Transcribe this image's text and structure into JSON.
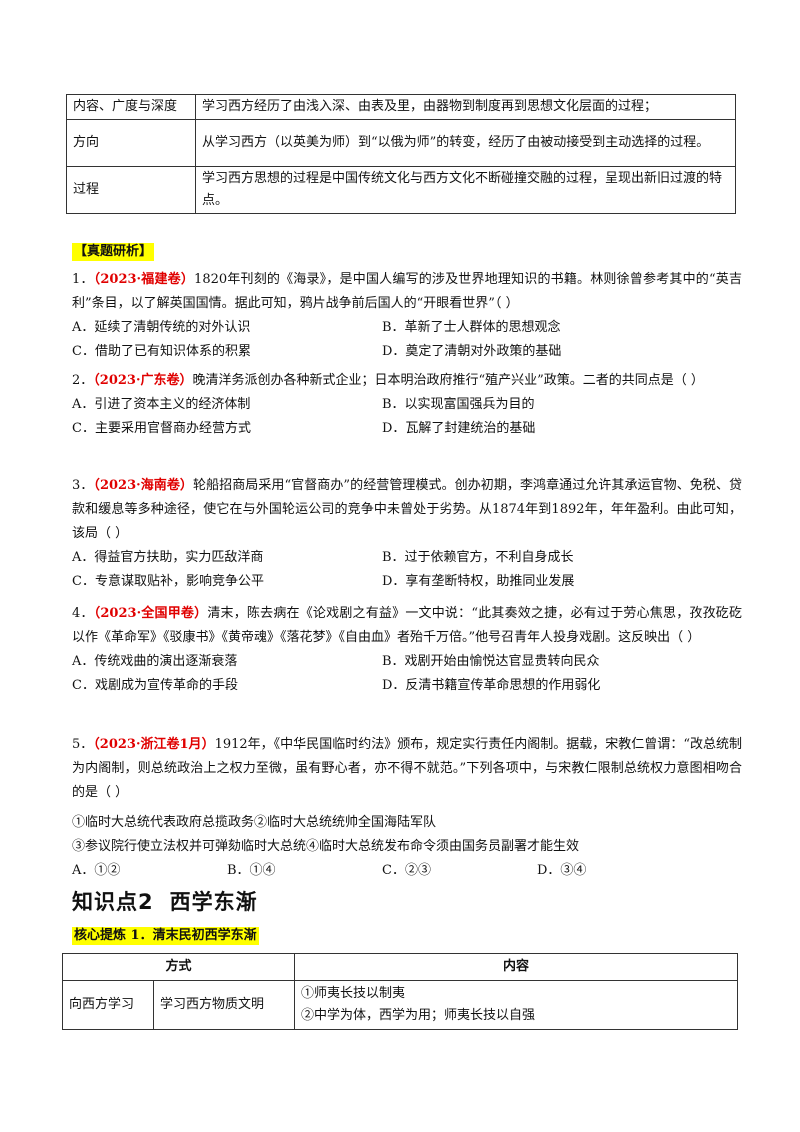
{
  "top_table": {
    "rows": [
      {
        "key": "内容、广度与深度",
        "value": "学习西方经历了由浅入深、由表及里，由器物到制度再到思想文化层面的过程；"
      },
      {
        "key": "方向",
        "value": "从学习西方（以英美为师）到“以俄为师”的转变，经历了由被动接受到主动选择的过程。"
      },
      {
        "key": "过程",
        "value": "学习西方思想的过程是中国传统文化与西方文化不断碰撞交融的过程，呈现出新旧过渡的特点。"
      }
    ]
  },
  "section_tag": "【真题研析】",
  "questions": [
    {
      "num": "1．",
      "source": "（2023·福建卷）",
      "text": "1820年刊刻的《海录》，是中国人编写的涉及世界地理知识的书籍。林则徐曾参考其中的“英吉利”条目，以了解英国国情。据此可知，鸦片战争前后国人的“开眼看世界”（ ）",
      "options": [
        "A．延续了清朝传统的对外认识",
        "B．革新了士人群体的思想观念",
        "C．借助了已有知识体系的积累",
        "D．奠定了清朝对外政策的基础"
      ]
    },
    {
      "num": "2．",
      "source": "（2023·广东卷）",
      "text": "晚清洋务派创办各种新式企业；日本明治政府推行“殖产兴业”政策。二者的共同点是（ ）",
      "options": [
        "A．引进了资本主义的经济体制",
        "B．以实现富国强兵为目的",
        "C．主要采用官督商办经营方式",
        "D．瓦解了封建统治的基础"
      ]
    },
    {
      "num": "3．",
      "source": "（2023·海南卷）",
      "text": "轮船招商局采用“官督商办”的经营管理模式。创办初期，李鸿章通过允许其承运官物、免税、贷款和缓息等多种途径，使它在与外国轮运公司的竞争中未曾处于劣势。从1874年到1892年，年年盈利。由此可知，该局（ ）",
      "options": [
        "A．得益官方扶助，实力匹敌洋商",
        "B．过于依赖官方，不利自身成长",
        "C．专意谋取贴补，影响竞争公平",
        "D．享有垄断特权，助推同业发展"
      ]
    },
    {
      "num": "4．",
      "source": "（2023·全国甲卷）",
      "text": "清末，陈去病在《论戏剧之有益》一文中说：“此其奏效之捷，必有过于劳心焦思，孜孜矻矻以作《革命军》《驳康书》《黄帝魂》《落花梦》《自由血》者殆千万倍。”他号召青年人投身戏剧。这反映出（ ）",
      "options": [
        "A．传统戏曲的演出逐渐衰落",
        "B．戏剧开始由愉悦达官显贵转向民众",
        "C．戏剧成为宣传革命的手段",
        "D．反清书籍宣传革命思想的作用弱化"
      ]
    },
    {
      "num": "5．",
      "source": "（2023·浙江卷1月）",
      "text": "1912年，《中华民国临时约法》颁布，规定实行责任内阁制。据载，宋教仁曾谓：“改总统制为内阁制，则总统政治上之权力至微，虽有野心者，亦不得不就范。”下列各项中，与宋教仁限制总统权力意图相吻合的是（ ）",
      "statements": [
        "①临时大总统代表政府总揽政务②临时大总统统帅全国海陆军队",
        "③参议院行使立法权并可弹劾临时大总统④临时大总统发布命令须由国务员副署才能生效"
      ],
      "options": [
        "A．①②",
        "B．①④",
        "C．②③",
        "D．③④"
      ]
    }
  ],
  "knowledge_point": {
    "label": "知识点2",
    "title": "西学东渐"
  },
  "core_tag": "核心提炼 1．清末民初西学东渐",
  "bottom_table": {
    "header_method": "方式",
    "header_content": "内容",
    "row": {
      "col1": "向西方学习",
      "col2": "学习西方物质文明",
      "items": [
        "①师夷长技以制夷",
        "②中学为体，西学为用；师夷长技以自强"
      ]
    }
  }
}
